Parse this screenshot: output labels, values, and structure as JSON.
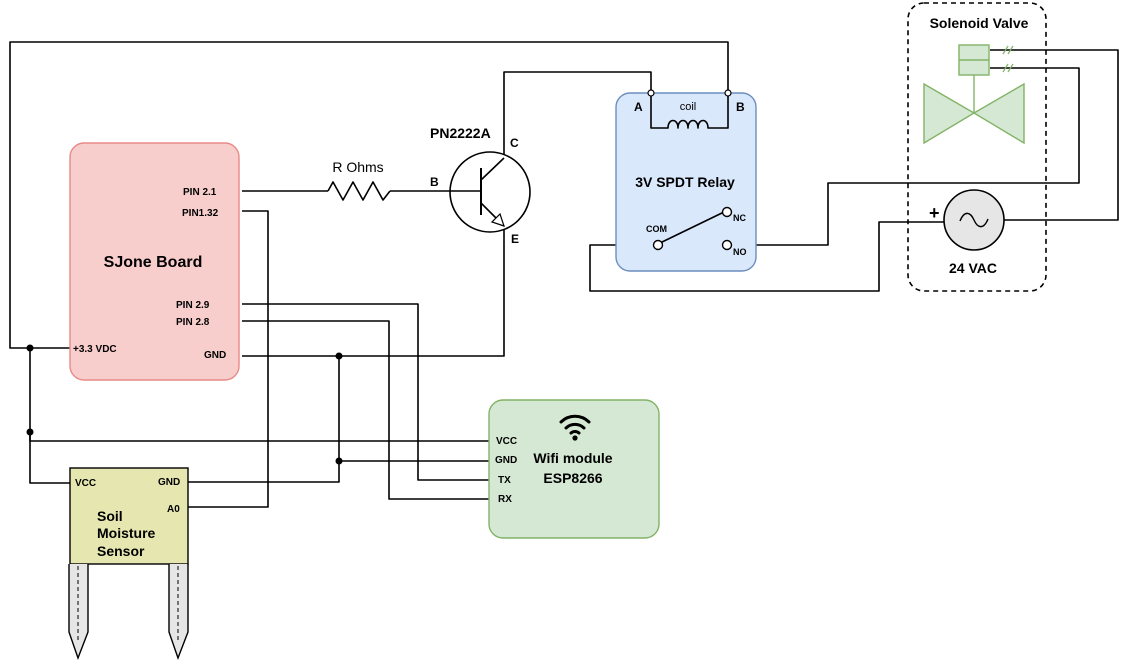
{
  "sjone": {
    "title": "SJone Board",
    "pin21": "PIN 2.1",
    "pin132": "PIN1.32",
    "pin29": "PIN 2.9",
    "pin28": "PIN 2.8",
    "vdd": "+3.3 VDC",
    "gnd": "GND"
  },
  "resistor": {
    "label": "R Ohms"
  },
  "transistor": {
    "label": "PN2222A",
    "b": "B",
    "c": "C",
    "e": "E"
  },
  "relay": {
    "title": "3V SPDT Relay",
    "coil": "coil",
    "a": "A",
    "b": "B",
    "com": "COM",
    "nc": "NC",
    "no": "NO"
  },
  "valve": {
    "title": "Solenoid Valve",
    "ac": "24 VAC",
    "plus": "+"
  },
  "wifi": {
    "title": "Wifi module",
    "subtitle": "ESP8266",
    "vcc": "VCC",
    "gnd": "GND",
    "tx": "TX",
    "rx": "RX"
  },
  "sensor": {
    "title1": "Soil",
    "title2": "Moisture",
    "title3": "Sensor",
    "vcc": "VCC",
    "gnd": "GND",
    "a0": "A0"
  },
  "colors": {
    "sjone_fill": "#f8cecc",
    "sjone_stroke": "#e88a86",
    "relay_fill": "#dae8fc",
    "relay_stroke": "#6c8ebf",
    "wifi_fill": "#d5e8d4",
    "wifi_stroke": "#82b366",
    "sensor_fill": "#e6e6b0",
    "valve_fill": "#d5e8d4",
    "valve_stroke": "#82b366"
  }
}
